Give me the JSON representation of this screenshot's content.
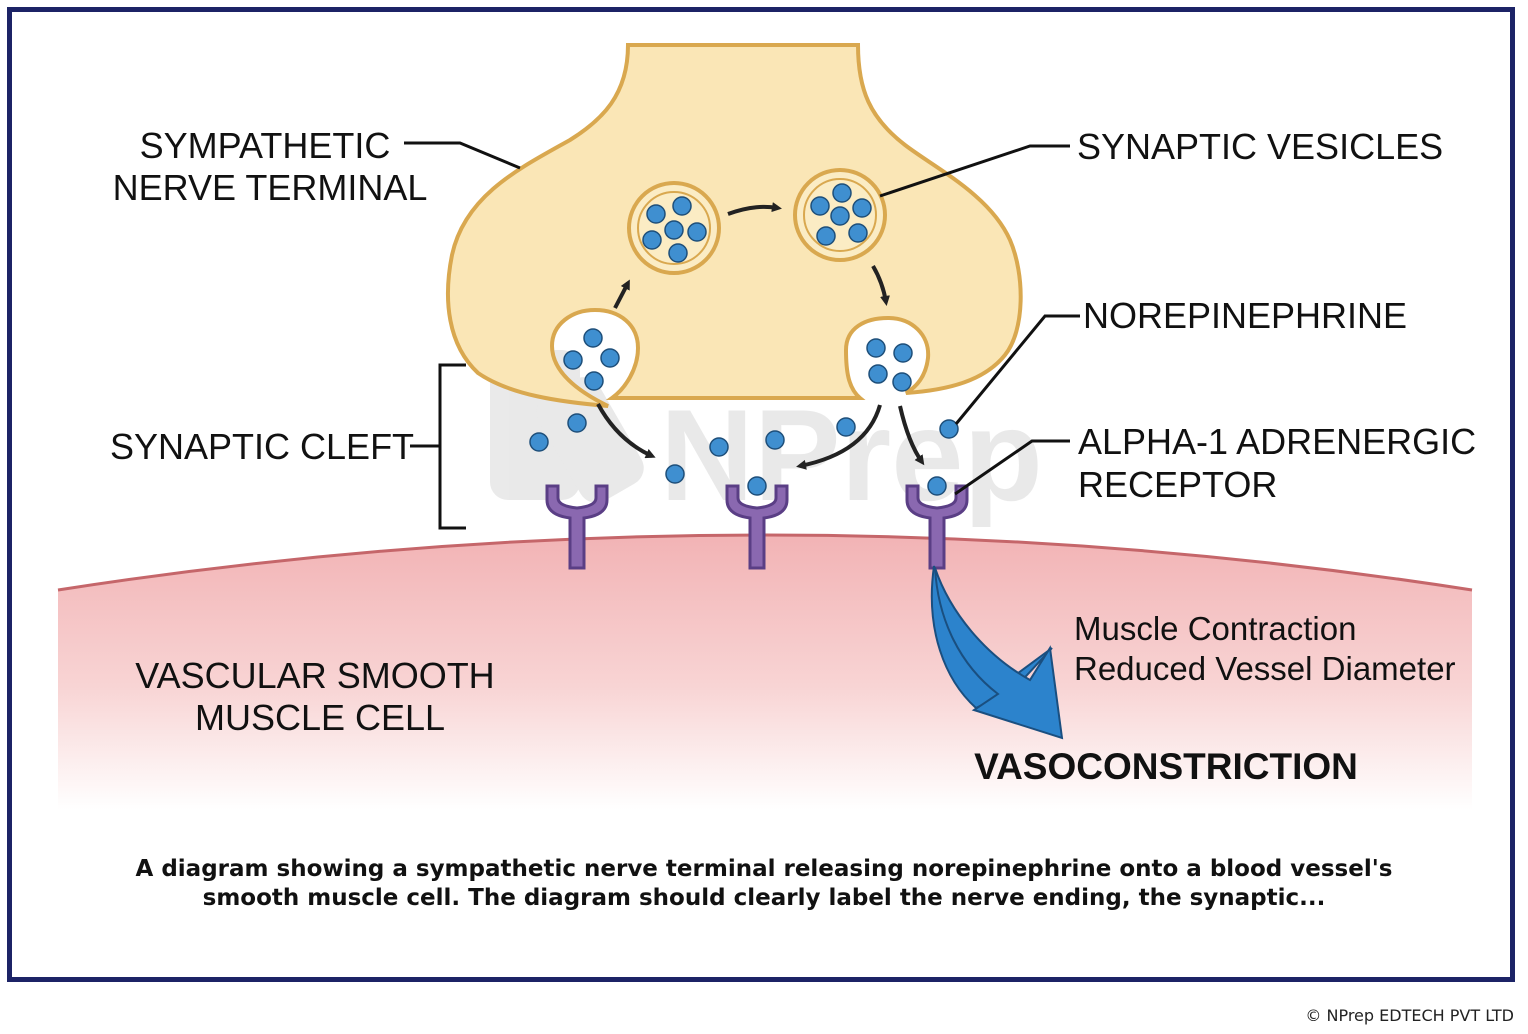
{
  "labels": {
    "nerve_terminal": [
      "SYMPATHETIC",
      "NERVE TERMINAL"
    ],
    "synaptic_vesicles": "SYNAPTIC VESICLES",
    "norepinephrine": "NOREPINEPHRINE",
    "synaptic_cleft": "SYNAPTIC CLEFT",
    "receptor": [
      "ALPHA-1 ADRENERGIC",
      "RECEPTOR"
    ],
    "muscle_cell": [
      "VASCULAR SMOOTH",
      "MUSCLE CELL"
    ],
    "effect": [
      "Muscle Contraction",
      "Reduced Vessel Diameter"
    ],
    "result": "VASOCONSTRICTION"
  },
  "watermark": "NPrep",
  "caption": "A diagram showing a sympathetic nerve terminal releasing norepinephrine onto a blood vessel's smooth muscle cell. The diagram should clearly label the nerve ending, the synaptic...",
  "copyright": "© NPrep EDTECH PVT LTD",
  "colors": {
    "border": "#1c2366",
    "nerve_fill": "#fae6b6",
    "nerve_stroke": "#d9a84f",
    "vesicle_dot": "#3f8fd0",
    "receptor": "#8a68b0",
    "muscle_top": "#f2b3b5",
    "big_arrow": "#2c83cc"
  },
  "icons": [
    "norepinephrine-molecule-icon",
    "receptor-icon",
    "arrow-icon"
  ]
}
